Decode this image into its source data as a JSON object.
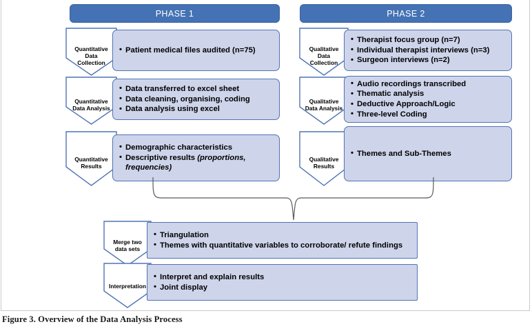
{
  "figure": {
    "caption": "Figure 3. Overview of the Data Analysis Process",
    "colors": {
      "phase_bar_fill": "#4472B4",
      "phase_bar_text": "#FFFFFF",
      "content_box_fill": "#CED4EA",
      "content_box_border": "#4F73B5",
      "chevron_stroke": "#4F73B5",
      "chevron_fill": "#FFFFFF",
      "connector_stroke": "#595959",
      "frame_border": "#C9C9C9"
    }
  },
  "phases": [
    {
      "id": "phase-1",
      "header": "PHASE 1",
      "steps": [
        {
          "id": "quantitative-data-collection",
          "label": "Quantitative\nData\nCollection",
          "label_lines": [
            "Quantitative",
            "Data",
            "Collection"
          ],
          "bullets": [
            "Patient medical files audited (n=75)"
          ]
        },
        {
          "id": "quantitative-data-analysis",
          "label": "Quantitative\nData Analysis",
          "label_lines": [
            "Quantitative",
            "Data Analysis"
          ],
          "bullets": [
            "Data transferred to excel sheet",
            "Data cleaning, organising, coding",
            "Data analysis using excel"
          ]
        },
        {
          "id": "quantitative-results",
          "label": "Quantitative\nResults",
          "label_lines": [
            "Quantitative",
            "Results"
          ],
          "bullets": [
            "Demographic characteristics",
            "Descriptive results (proportions, frequencies)"
          ],
          "bullets_rich": [
            {
              "plain": "Demographic characteristics",
              "italic": ""
            },
            {
              "plain": "Descriptive results ",
              "italic": "(proportions, frequencies)"
            }
          ]
        }
      ]
    },
    {
      "id": "phase-2",
      "header": "PHASE 2",
      "steps": [
        {
          "id": "qualitative-data-collection",
          "label": "Qualitative\nData\nCollection",
          "label_lines": [
            "Qualitative",
            "Data",
            "Collection"
          ],
          "bullets": [
            "Therapist focus group (n=7)",
            "Individual therapist interviews (n=3)",
            "Surgeon interviews (n=2)"
          ]
        },
        {
          "id": "qualitative-data-analysis",
          "label": "Qualitative\nData Analysis",
          "label_lines": [
            "Qualitative",
            "Data Analysis"
          ],
          "bullets": [
            "Audio recordings transcribed",
            "Thematic analysis",
            "Deductive Approach/Logic",
            "Three-level Coding"
          ]
        },
        {
          "id": "qualitative-results",
          "label": "Qualitative\nResults",
          "label_lines": [
            "Qualitative",
            "Results"
          ],
          "bullets": [
            "Themes and Sub-Themes"
          ]
        }
      ]
    }
  ],
  "merged": {
    "steps": [
      {
        "id": "merge-two-data-sets",
        "label": "Merge two\ndata sets",
        "label_lines": [
          "Merge two",
          "data sets"
        ],
        "bullets": [
          "Triangulation",
          "Themes with quantitative variables to corroborate/ refute findings"
        ]
      },
      {
        "id": "interpretation",
        "label": "Interpretation",
        "label_lines": [
          "Interpretation"
        ],
        "bullets": [
          "Interpret and explain results",
          "Joint display"
        ]
      }
    ]
  }
}
